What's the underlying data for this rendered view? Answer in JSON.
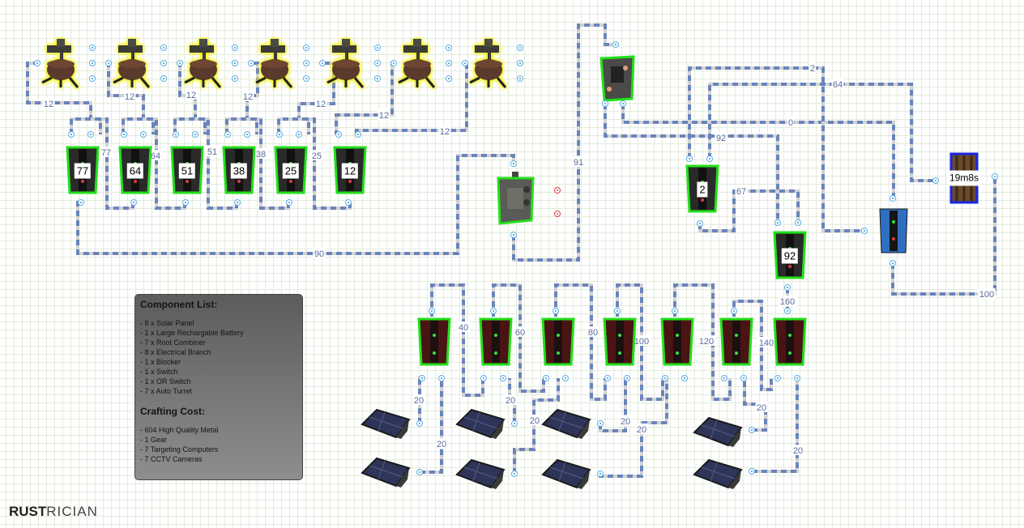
{
  "app": {
    "brand_bold": "RUST",
    "brand_light": "RICIAN"
  },
  "colors": {
    "wire_blue": "#6a84bc",
    "wire_gray": "#d2d2d2",
    "powered_glow": "#22e01a",
    "turret_glow": "#f3f000",
    "battery_glow": "#1a26e0"
  },
  "turrets": [
    {
      "label": "Auto Turret"
    },
    {
      "label": "Auto Turret"
    },
    {
      "label": "Auto Turret"
    },
    {
      "label": "Auto Turret"
    },
    {
      "label": "Auto Turret"
    },
    {
      "label": "Auto Turret"
    },
    {
      "label": "Auto Turret"
    }
  ],
  "branches": [
    {
      "value": "77"
    },
    {
      "value": "64"
    },
    {
      "value": "51"
    },
    {
      "value": "38"
    },
    {
      "value": "25"
    },
    {
      "value": "12"
    }
  ],
  "branch_upper": {
    "value": "2"
  },
  "branch_lower": {
    "value": "92"
  },
  "battery": {
    "label": "Large Rechargable Battery",
    "timer": "19m8s"
  },
  "combiners": [
    {},
    {},
    {},
    {},
    {},
    {},
    {}
  ],
  "solar_panels": [
    {},
    {},
    {},
    {},
    {},
    {},
    {},
    {}
  ],
  "wire_labels": [
    {
      "text": "12"
    },
    {
      "text": "12"
    },
    {
      "text": "12"
    },
    {
      "text": "12"
    },
    {
      "text": "12"
    },
    {
      "text": "12"
    },
    {
      "text": "12"
    },
    {
      "text": "77"
    },
    {
      "text": "64"
    },
    {
      "text": "51"
    },
    {
      "text": "38"
    },
    {
      "text": "25"
    },
    {
      "text": "90"
    },
    {
      "text": "91"
    },
    {
      "text": "2"
    },
    {
      "text": "64"
    },
    {
      "text": "0"
    },
    {
      "text": "92"
    },
    {
      "text": "67"
    },
    {
      "text": "100"
    },
    {
      "text": "160"
    },
    {
      "text": "40"
    },
    {
      "text": "60"
    },
    {
      "text": "80"
    },
    {
      "text": "100"
    },
    {
      "text": "120"
    },
    {
      "text": "140"
    },
    {
      "text": "20"
    },
    {
      "text": "20"
    },
    {
      "text": "20"
    },
    {
      "text": "20"
    },
    {
      "text": "20"
    },
    {
      "text": "20"
    },
    {
      "text": "20"
    },
    {
      "text": "20"
    }
  ],
  "info_panel": {
    "component_title": "Component List:",
    "components": [
      "- 8 x Solar Panel",
      "- 1 x Large Rechargable Battery",
      "- 7 x Root Combiner",
      "- 8 x Electrical Branch",
      "- 1 x Blocker",
      "- 1 x Switch",
      "- 1 x OR Switch",
      "- 7 x Auto Turret"
    ],
    "cost_title": "Crafting Cost:",
    "costs": [
      "- 604 High Quality Metal",
      "- 1 Gear",
      "- 7 Targeting Computers",
      "- 7 CCTV Cameras"
    ]
  }
}
